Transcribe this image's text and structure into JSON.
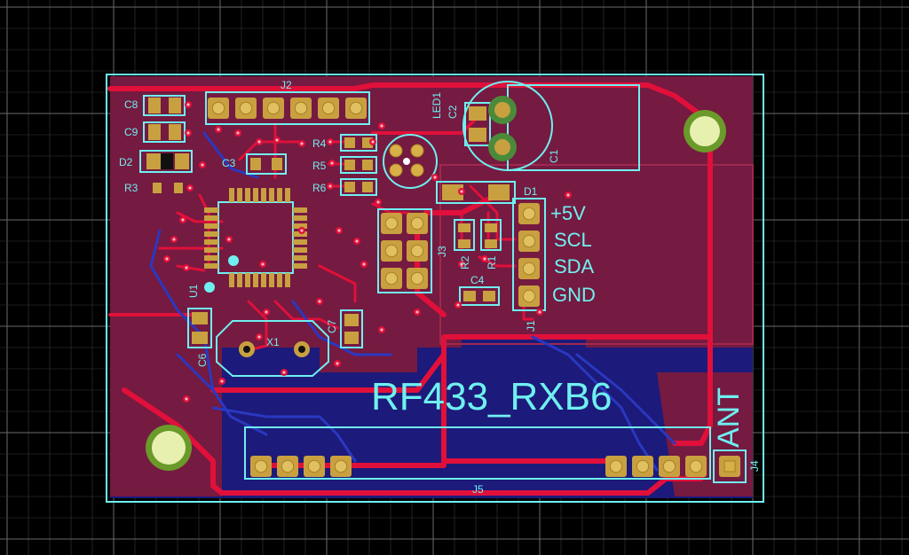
{
  "board": {
    "title": "RF433_RXB6",
    "antenna_label": "ANT"
  },
  "connector_labels": {
    "vcc": "+5V",
    "scl": "SCL",
    "sda": "SDA",
    "gnd": "GND"
  },
  "designators": {
    "c1": "C1",
    "c2": "C2",
    "c3": "C3",
    "c4": "C4",
    "c6": "C6",
    "c7": "C7",
    "c8": "C8",
    "c9": "C9",
    "d1": "D1",
    "d2": "D2",
    "r1": "R1",
    "r2": "R2",
    "r3": "R3",
    "r4": "R4",
    "r5": "R5",
    "r6": "R6",
    "j1": "J1",
    "j2": "J2",
    "j3": "J3",
    "j4": "J4",
    "j5": "J5",
    "u1": "U1",
    "x1": "X1",
    "led1": "LED1"
  },
  "colors": {
    "background": "#000000",
    "grid": "#3a3a3a",
    "copper_top": "#e0103a",
    "copper_bottom": "#2a38c0",
    "silkscreen": "#6ff0f0",
    "pad": "#c8a040",
    "pour_top": "#7a1a3e",
    "pour_bottom": "#1c1a7a"
  }
}
